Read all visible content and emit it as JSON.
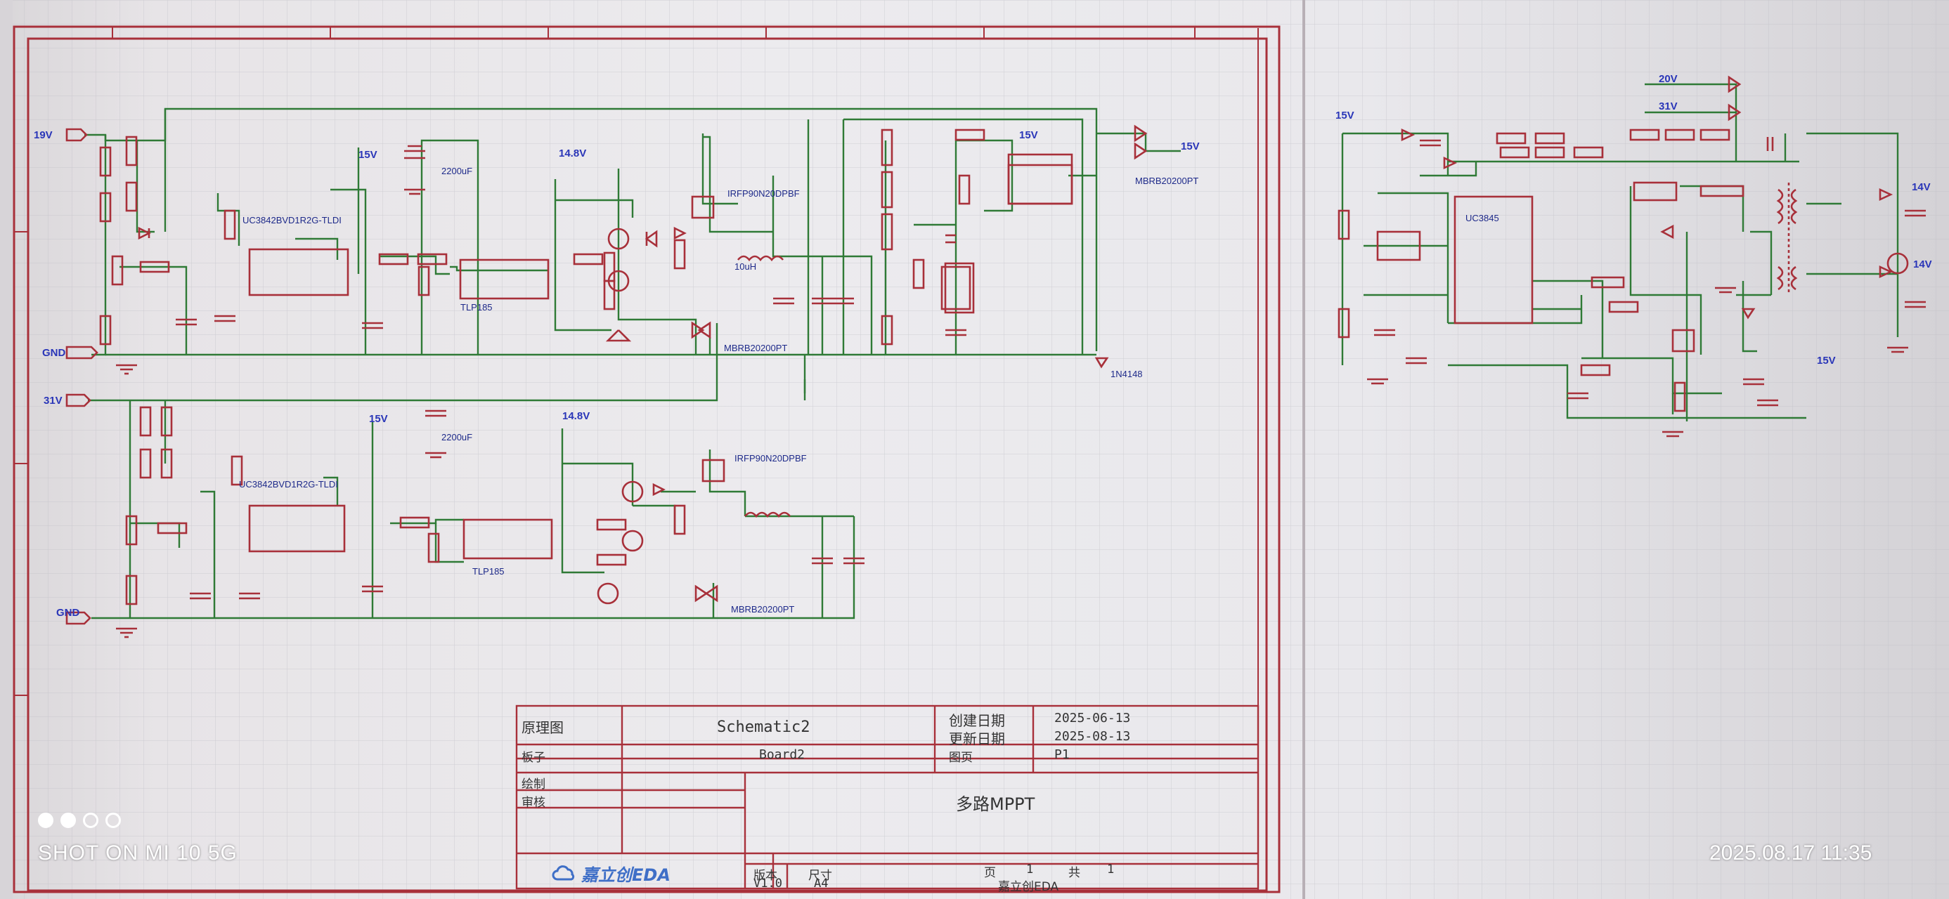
{
  "photo_watermark": {
    "camera_text": "SHOT ON MI 10 5G",
    "datetime_text": "2025.08.17  11:35"
  },
  "schematic": {
    "nets": {
      "in1": "19V",
      "gnd1": "GND",
      "in2": "31V",
      "gnd2": "GND",
      "v15a": "15V",
      "v15b": "15V",
      "v148a": "14.8V",
      "v148b": "14.8V",
      "out": "15V",
      "v15c": "15V",
      "v20": "20V",
      "v31": "31V",
      "vr1": "15V",
      "vr2": "15V",
      "vr3": "14V",
      "vr4": "14V"
    },
    "labels": {
      "u1": "UC3842BVD1R2G-TLDI",
      "u2": "TLP185",
      "q5": "IRFP90N20DPBF",
      "d1": "MBRB20200PT",
      "d14": "MBRB20200PT",
      "l1": "10uH",
      "u3": "UC3845",
      "c18": "2200uF",
      "u5": "UC3842BVD1R2G-TLDI",
      "u6": "TLP185",
      "q6": "IRFP90N20DPBF",
      "d3": "MBRB20200PT",
      "d10": "1N4148",
      "c17": "2200uF"
    }
  },
  "title_block": {
    "row1_label": "原理图",
    "row1_value": "Schematic2",
    "created_label": "创建日期",
    "created_value": "2025-06-13",
    "updated_label": "更新日期",
    "updated_value": "2025-08-13",
    "board_label": "板子",
    "board_value": "Board2",
    "page_label": "图页",
    "page_value": "P1",
    "drawn_label": "绘制",
    "review_label": "审核",
    "title_value": "多路MPPT",
    "version_label": "版本",
    "size_label": "尺寸",
    "version_value": "V1.0",
    "size_value": "A4",
    "page_num_label": "页",
    "page_num_value": "1",
    "page_total_label": "共",
    "page_total_value": "1",
    "logo_text": "嘉立创EDA",
    "company_text": "嘉立创EDA"
  }
}
